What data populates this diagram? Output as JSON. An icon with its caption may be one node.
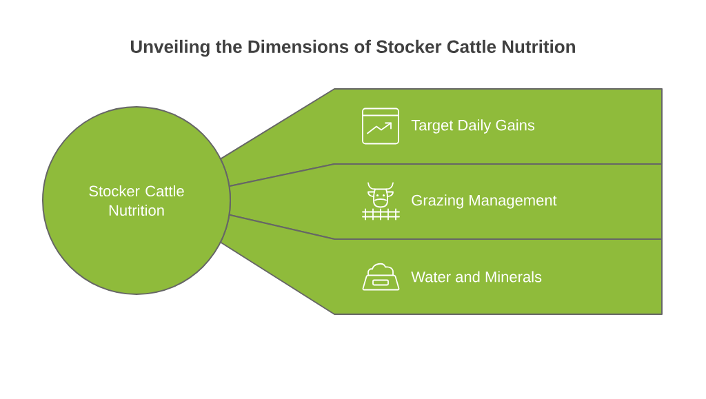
{
  "diagram": {
    "title": "Unveiling the Dimensions of Stocker Cattle Nutrition",
    "nodes": [
      {
        "text": [
          "Stocker Cattle Nutrition"
        ]
      },
      {
        "text": [
          "Target Daily Gains"
        ]
      },
      {
        "text": [
          "Grazing Management"
        ]
      },
      {
        "text": [
          "Water and Minerals"
        ]
      }
    ]
  }
}
